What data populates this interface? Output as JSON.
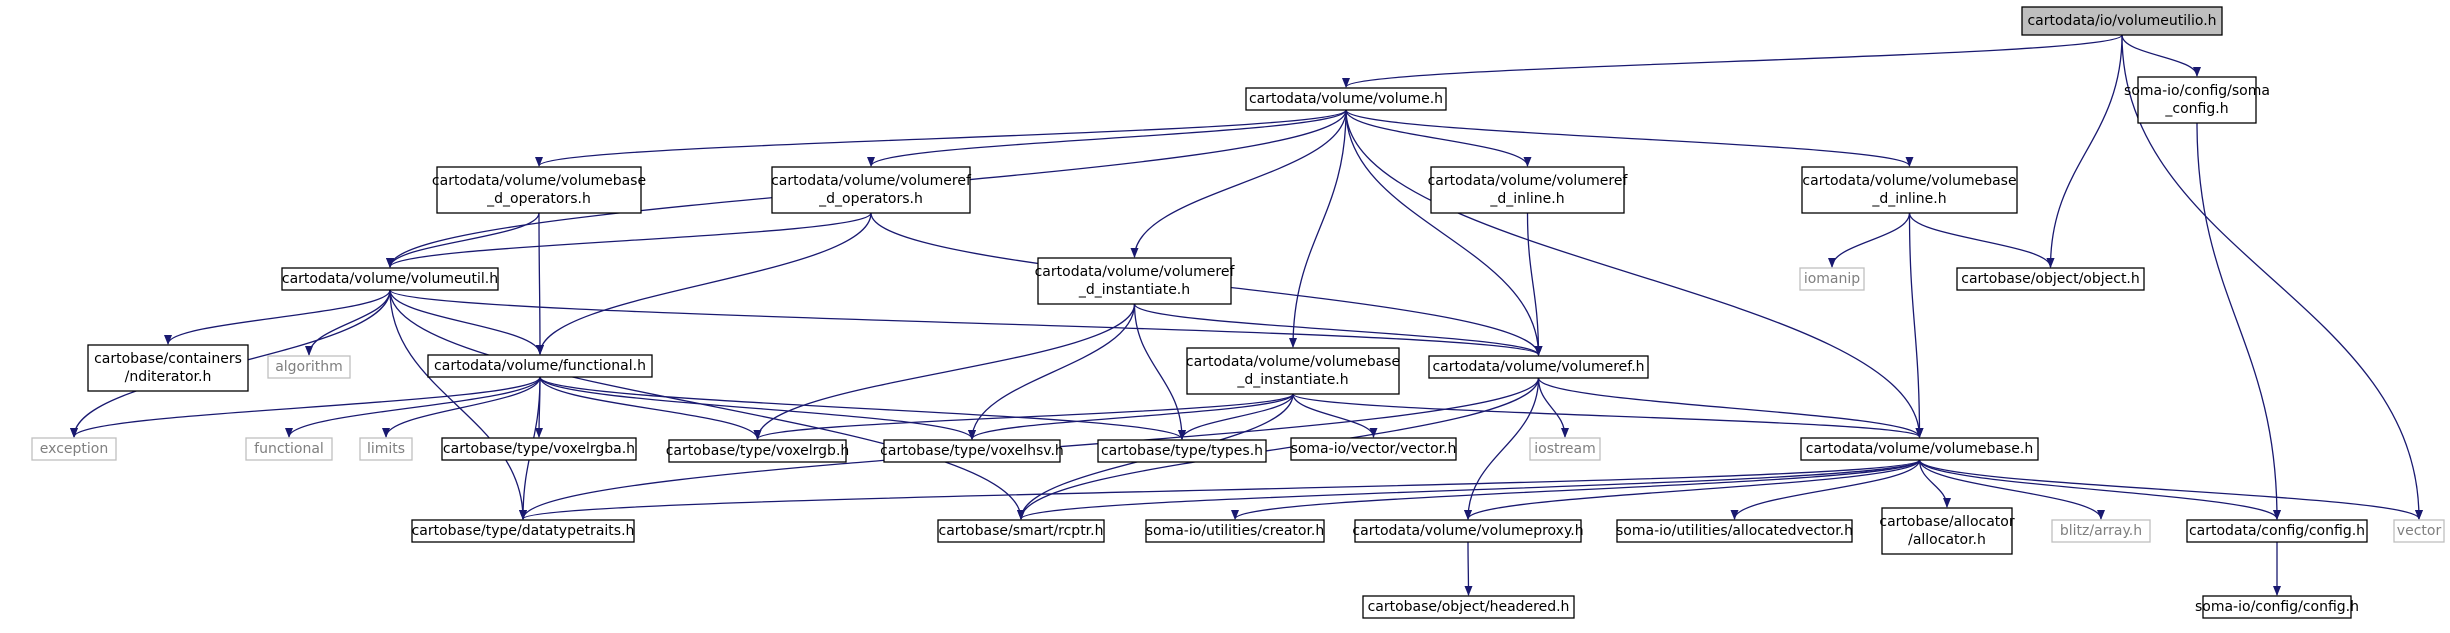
{
  "colors": {
    "edge": "#191970",
    "node_border": "#000000",
    "external_border": "#bfbfbf",
    "external_text": "#7f7f7f",
    "root_fill": "#bfbfbf",
    "node_fill": "#ffffff",
    "text": "#000000"
  },
  "nodes": [
    {
      "id": "root",
      "lines": [
        "cartodata/io/volumeutilio.h"
      ],
      "kind": "root"
    },
    {
      "id": "volume",
      "lines": [
        "cartodata/volume/volume.h"
      ],
      "kind": "normal"
    },
    {
      "id": "somacfg",
      "lines": [
        "soma-io/config/soma",
        "_config.h"
      ],
      "kind": "normal"
    },
    {
      "id": "vb_ops",
      "lines": [
        "cartodata/volume/volumebase",
        "_d_operators.h"
      ],
      "kind": "normal"
    },
    {
      "id": "vr_ops",
      "lines": [
        "cartodata/volume/volumeref",
        "_d_operators.h"
      ],
      "kind": "normal"
    },
    {
      "id": "vr_inline",
      "lines": [
        "cartodata/volume/volumeref",
        "_d_inline.h"
      ],
      "kind": "normal"
    },
    {
      "id": "vb_inline",
      "lines": [
        "cartodata/volume/volumebase",
        "_d_inline.h"
      ],
      "kind": "normal"
    },
    {
      "id": "volumeutil",
      "lines": [
        "cartodata/volume/volumeutil.h"
      ],
      "kind": "normal"
    },
    {
      "id": "vr_inst",
      "lines": [
        "cartodata/volume/volumeref",
        "_d_instantiate.h"
      ],
      "kind": "normal"
    },
    {
      "id": "iomanip",
      "lines": [
        "iomanip"
      ],
      "kind": "external"
    },
    {
      "id": "object",
      "lines": [
        "cartobase/object/object.h"
      ],
      "kind": "normal"
    },
    {
      "id": "ndit",
      "lines": [
        "cartobase/containers",
        "/nditerator.h"
      ],
      "kind": "normal"
    },
    {
      "id": "algorithm",
      "lines": [
        "algorithm"
      ],
      "kind": "external"
    },
    {
      "id": "functional_h",
      "lines": [
        "cartodata/volume/functional.h"
      ],
      "kind": "normal"
    },
    {
      "id": "vb_inst",
      "lines": [
        "cartodata/volume/volumebase",
        "_d_instantiate.h"
      ],
      "kind": "normal"
    },
    {
      "id": "volumeref",
      "lines": [
        "cartodata/volume/volumeref.h"
      ],
      "kind": "normal"
    },
    {
      "id": "exception",
      "lines": [
        "exception"
      ],
      "kind": "external"
    },
    {
      "id": "functional",
      "lines": [
        "functional"
      ],
      "kind": "external"
    },
    {
      "id": "limits",
      "lines": [
        "limits"
      ],
      "kind": "external"
    },
    {
      "id": "voxelrgba",
      "lines": [
        "cartobase/type/voxelrgba.h"
      ],
      "kind": "normal"
    },
    {
      "id": "voxelrgb",
      "lines": [
        "cartobase/type/voxelrgb.h"
      ],
      "kind": "normal"
    },
    {
      "id": "voxelhsv",
      "lines": [
        "cartobase/type/voxelhsv.h"
      ],
      "kind": "normal"
    },
    {
      "id": "types",
      "lines": [
        "cartobase/type/types.h"
      ],
      "kind": "normal"
    },
    {
      "id": "vector_h",
      "lines": [
        "soma-io/vector/vector.h"
      ],
      "kind": "normal"
    },
    {
      "id": "iostream",
      "lines": [
        "iostream"
      ],
      "kind": "external"
    },
    {
      "id": "volumebase",
      "lines": [
        "cartodata/volume/volumebase.h"
      ],
      "kind": "normal"
    },
    {
      "id": "datatypetraits",
      "lines": [
        "cartobase/type/datatypetraits.h"
      ],
      "kind": "normal"
    },
    {
      "id": "rcptr",
      "lines": [
        "cartobase/smart/rcptr.h"
      ],
      "kind": "normal"
    },
    {
      "id": "creator",
      "lines": [
        "soma-io/utilities/creator.h"
      ],
      "kind": "normal"
    },
    {
      "id": "volumeproxy",
      "lines": [
        "cartodata/volume/volumeproxy.h"
      ],
      "kind": "normal"
    },
    {
      "id": "allocvec",
      "lines": [
        "soma-io/utilities/allocatedvector.h"
      ],
      "kind": "normal"
    },
    {
      "id": "allocator",
      "lines": [
        "cartobase/allocator",
        "/allocator.h"
      ],
      "kind": "normal"
    },
    {
      "id": "blitz",
      "lines": [
        "blitz/array.h"
      ],
      "kind": "external"
    },
    {
      "id": "config",
      "lines": [
        "cartodata/config/config.h"
      ],
      "kind": "normal"
    },
    {
      "id": "vector",
      "lines": [
        "vector"
      ],
      "kind": "external"
    },
    {
      "id": "headered",
      "lines": [
        "cartobase/object/headered.h"
      ],
      "kind": "normal"
    },
    {
      "id": "somacfg2",
      "lines": [
        "soma-io/config/config.h"
      ],
      "kind": "normal"
    }
  ],
  "edges": [
    [
      "root",
      "volume"
    ],
    [
      "root",
      "somacfg"
    ],
    [
      "root",
      "object"
    ],
    [
      "root",
      "vector"
    ],
    [
      "volume",
      "vb_ops"
    ],
    [
      "volume",
      "vr_ops"
    ],
    [
      "volume",
      "vr_inline"
    ],
    [
      "volume",
      "vb_inline"
    ],
    [
      "volume",
      "volumeutil"
    ],
    [
      "volume",
      "vr_inst"
    ],
    [
      "volume",
      "vb_inst"
    ],
    [
      "volume",
      "volumeref"
    ],
    [
      "volume",
      "volumebase"
    ],
    [
      "somacfg",
      "config"
    ],
    [
      "vb_ops",
      "volumeutil"
    ],
    [
      "vb_ops",
      "functional_h"
    ],
    [
      "vr_ops",
      "volumeutil"
    ],
    [
      "vr_ops",
      "functional_h"
    ],
    [
      "vr_ops",
      "volumeref"
    ],
    [
      "vr_inline",
      "volumeref"
    ],
    [
      "vb_inline",
      "iomanip"
    ],
    [
      "vb_inline",
      "object"
    ],
    [
      "vb_inline",
      "volumebase"
    ],
    [
      "volumeutil",
      "ndit"
    ],
    [
      "volumeutil",
      "algorithm"
    ],
    [
      "volumeutil",
      "functional_h"
    ],
    [
      "volumeutil",
      "exception"
    ],
    [
      "volumeutil",
      "datatypetraits"
    ],
    [
      "volumeutil",
      "rcptr"
    ],
    [
      "volumeutil",
      "volumeref"
    ],
    [
      "vr_inst",
      "voxelrgb"
    ],
    [
      "vr_inst",
      "voxelhsv"
    ],
    [
      "vr_inst",
      "types"
    ],
    [
      "vr_inst",
      "volumeref"
    ],
    [
      "functional_h",
      "exception"
    ],
    [
      "functional_h",
      "functional"
    ],
    [
      "functional_h",
      "limits"
    ],
    [
      "functional_h",
      "voxelrgba"
    ],
    [
      "functional_h",
      "voxelrgb"
    ],
    [
      "functional_h",
      "voxelhsv"
    ],
    [
      "functional_h",
      "types"
    ],
    [
      "functional_h",
      "datatypetraits"
    ],
    [
      "vb_inst",
      "voxelrgb"
    ],
    [
      "vb_inst",
      "voxelhsv"
    ],
    [
      "vb_inst",
      "types"
    ],
    [
      "vb_inst",
      "vector_h"
    ],
    [
      "vb_inst",
      "volumebase"
    ],
    [
      "vb_inst",
      "rcptr"
    ],
    [
      "volumeref",
      "iostream"
    ],
    [
      "volumeref",
      "volumebase"
    ],
    [
      "volumeref",
      "datatypetraits"
    ],
    [
      "volumeref",
      "rcptr"
    ],
    [
      "volumeref",
      "volumeproxy"
    ],
    [
      "volumebase",
      "datatypetraits"
    ],
    [
      "volumebase",
      "rcptr"
    ],
    [
      "volumebase",
      "creator"
    ],
    [
      "volumebase",
      "volumeproxy"
    ],
    [
      "volumebase",
      "allocvec"
    ],
    [
      "volumebase",
      "allocator"
    ],
    [
      "volumebase",
      "blitz"
    ],
    [
      "volumebase",
      "config"
    ],
    [
      "volumebase",
      "vector"
    ],
    [
      "volumeproxy",
      "headered"
    ],
    [
      "config",
      "somacfg2"
    ]
  ]
}
